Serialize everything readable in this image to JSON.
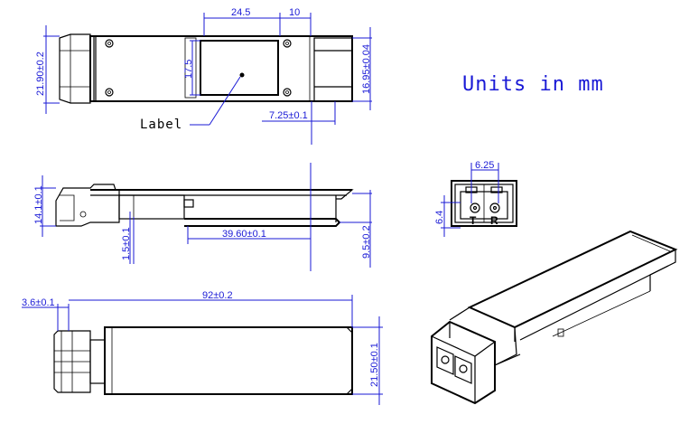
{
  "units_note": "Units in mm",
  "callout_label": "Label",
  "top_view": {
    "dim_label_width": "24.5",
    "dim_label_offset": "10",
    "dim_label_height": "17.5",
    "dim_body_height": "21.90±0.2",
    "dim_right_height": "16.95±0.04",
    "dim_latch": "7.25±0.1"
  },
  "side_view": {
    "dim_height": "14.1±0.1",
    "dim_offset": "1.5±0.1",
    "dim_length": "39.60±0.1",
    "dim_right": "9.5±0.2"
  },
  "bottom_view": {
    "dim_front": "3.6±0.1",
    "dim_length": "92±0.2",
    "dim_height": "21.50±0.1"
  },
  "front_view": {
    "dim_pitch": "6.25",
    "dim_height": "6.4",
    "port_left": "T",
    "port_right": "R"
  }
}
